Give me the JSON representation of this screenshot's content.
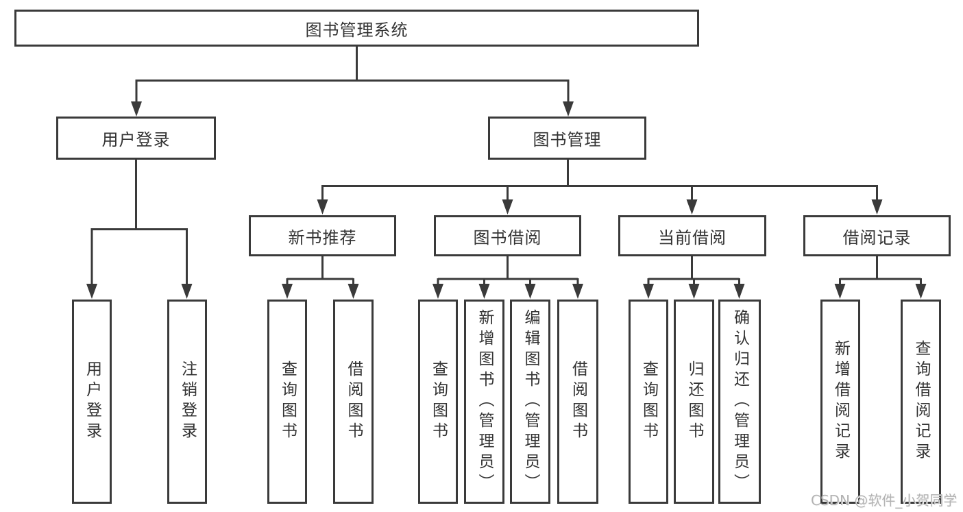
{
  "diagram_title": "图书管理系统",
  "nodes": {
    "root": "图书管理系统",
    "user_login": "用户登录",
    "book_mgmt": "图书管理",
    "new_book_rec": "新书推荐",
    "book_borrow": "图书借阅",
    "current_borrow": "当前借阅",
    "borrow_records": "借阅记录",
    "leaves": {
      "user_login_1": "用户登录",
      "user_login_2": "注销登录",
      "new_book_1": "查询图书",
      "new_book_2": "借阅图书",
      "borrow_1": "查询图书",
      "borrow_2": "新增图书（管理员）",
      "borrow_3": "编辑图书（管理员）",
      "borrow_4": "借阅图书",
      "current_1": "查询图书",
      "current_2": "归还图书",
      "current_3": "确认归还（管理员）",
      "records_1": "新增借阅记录",
      "records_2": "查询借阅记录"
    }
  },
  "watermark": "CSDN @软件_小贺同学",
  "colors": {
    "line": "#3a3a3a",
    "box_border": "#3a3a3a",
    "box_fill": "#ffffff",
    "text": "#333333",
    "watermark": "#b3b3b3",
    "background": "#ffffff"
  }
}
